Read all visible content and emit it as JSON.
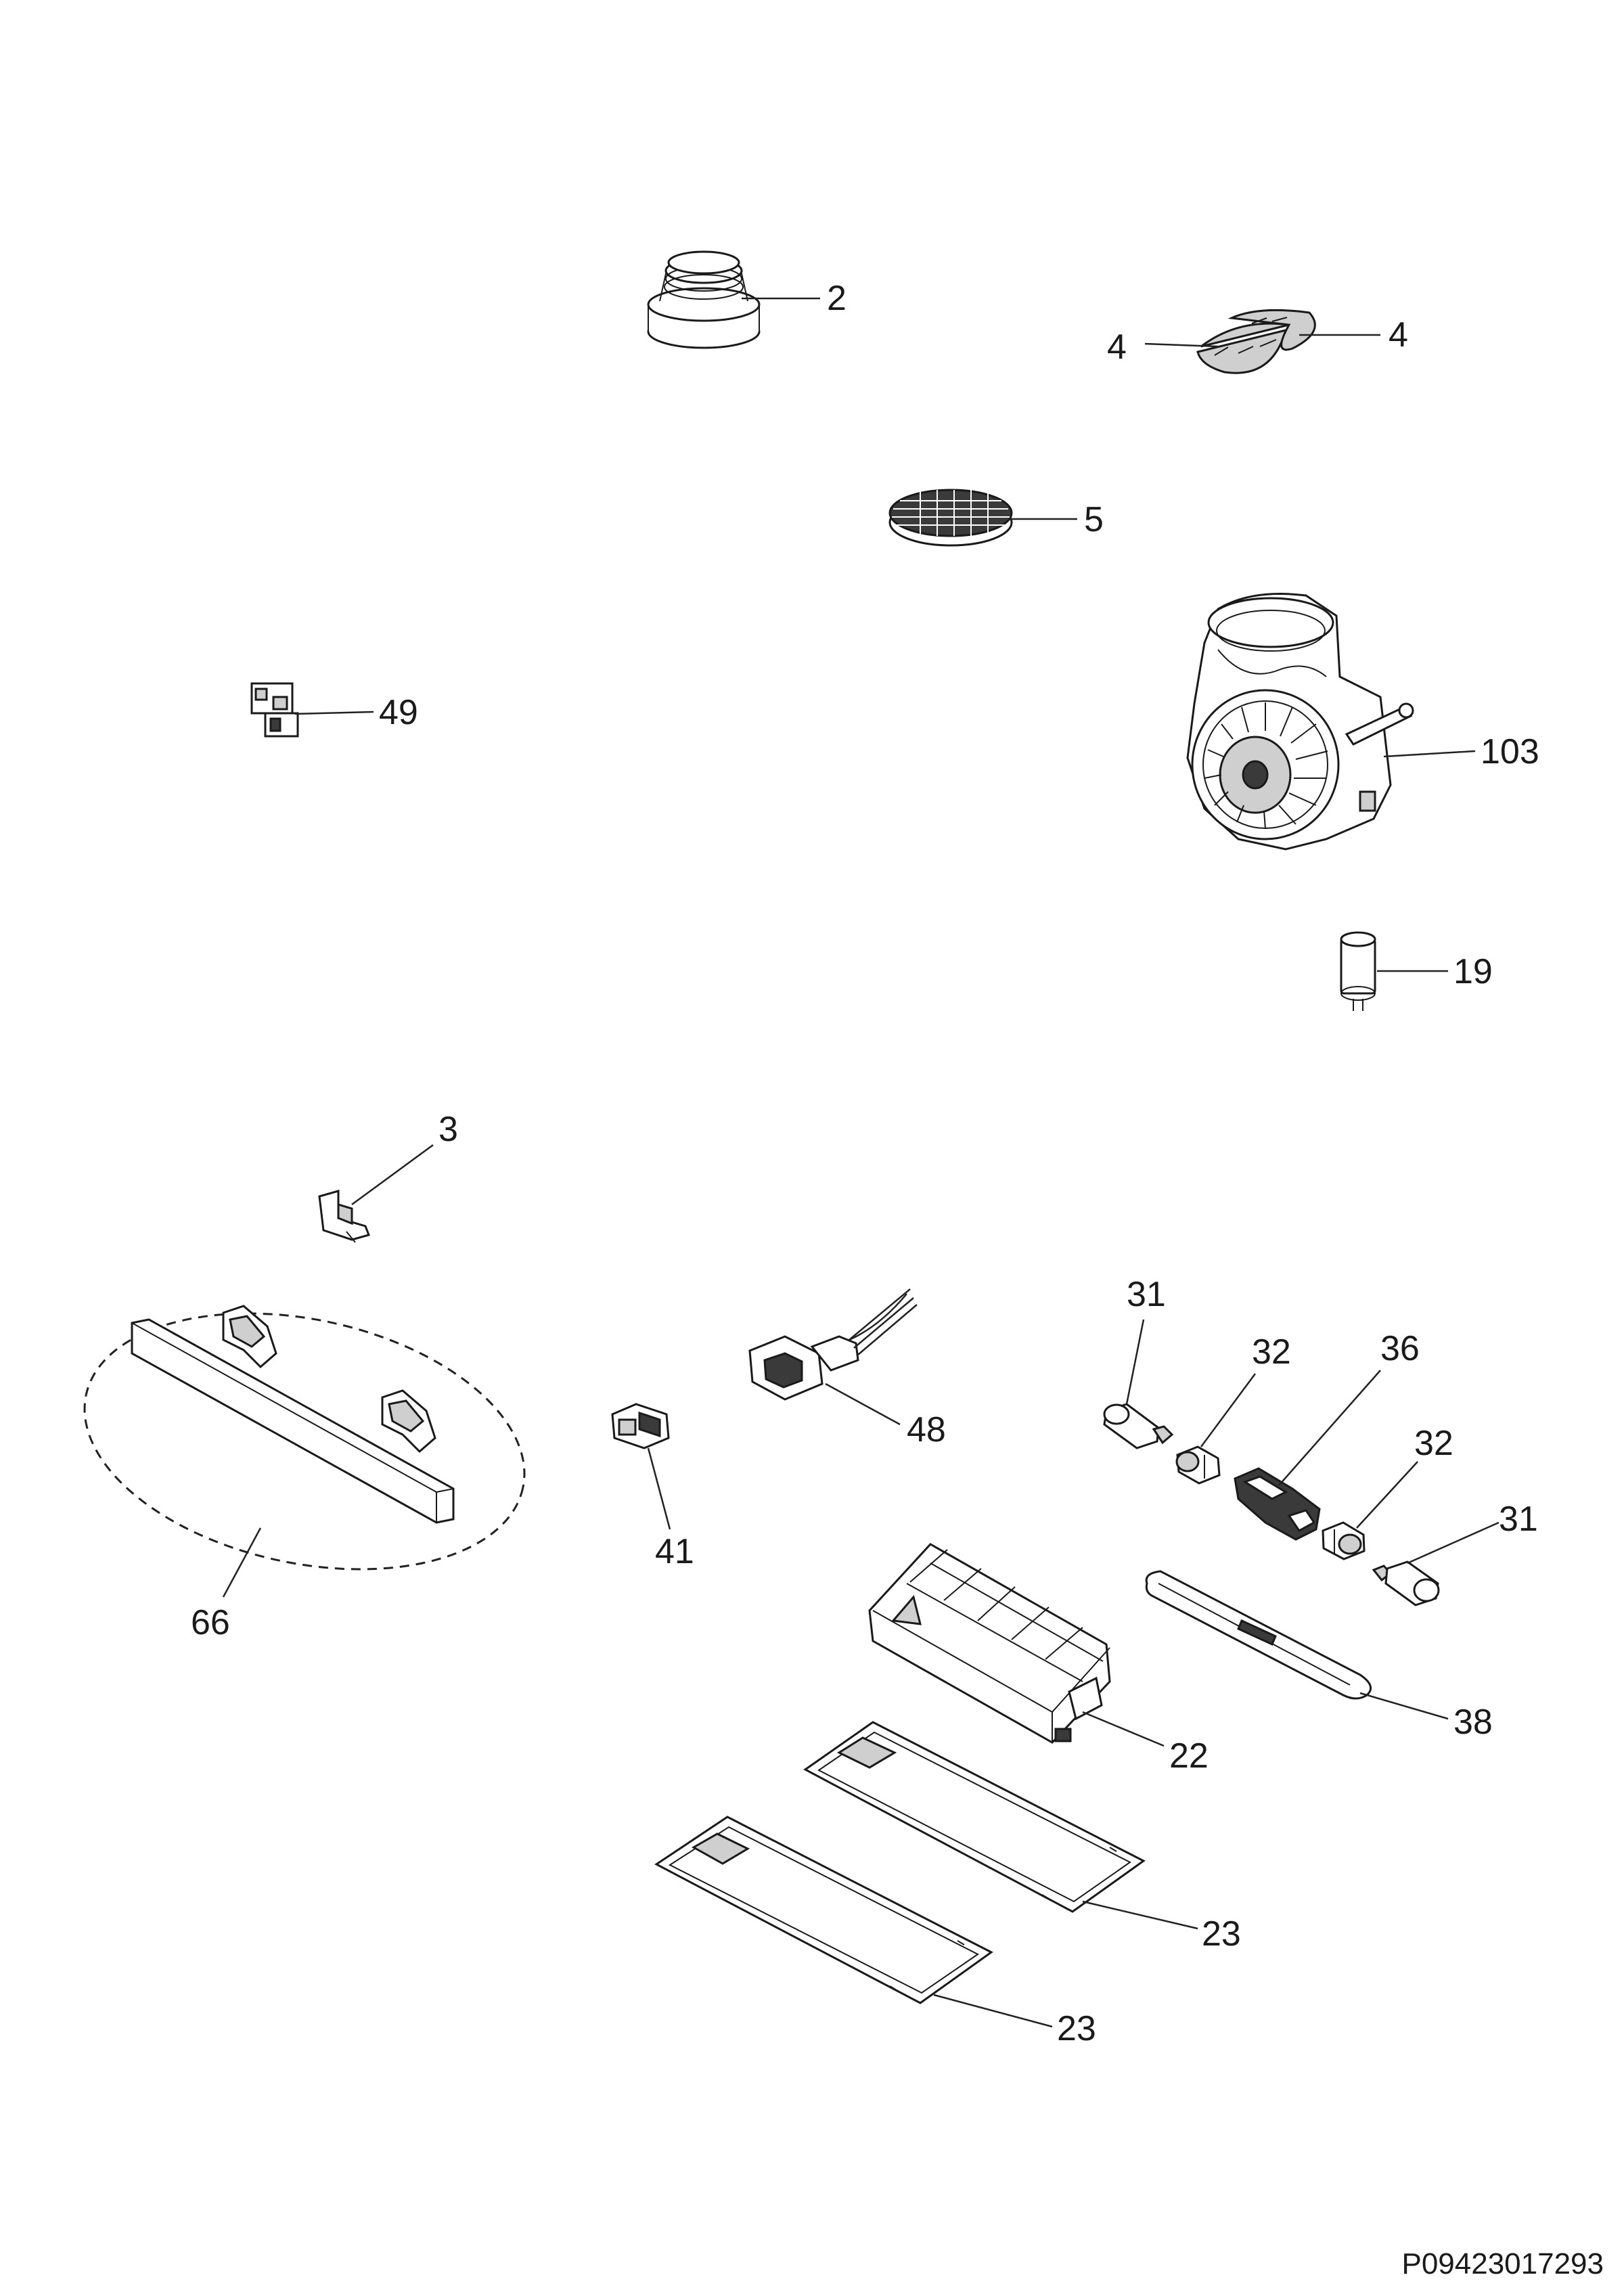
{
  "diagram": {
    "document_code": "P09423017293",
    "parts": [
      {
        "id": "p2",
        "label": "2"
      },
      {
        "id": "p4a",
        "label": "4"
      },
      {
        "id": "p4b",
        "label": "4"
      },
      {
        "id": "p5",
        "label": "5"
      },
      {
        "id": "p49",
        "label": "49"
      },
      {
        "id": "p103",
        "label": "103"
      },
      {
        "id": "p19",
        "label": "19"
      },
      {
        "id": "p3",
        "label": "3"
      },
      {
        "id": "p66",
        "label": "66"
      },
      {
        "id": "p48",
        "label": "48"
      },
      {
        "id": "p41",
        "label": "41"
      },
      {
        "id": "p31a",
        "label": "31"
      },
      {
        "id": "p32a",
        "label": "32"
      },
      {
        "id": "p36",
        "label": "36"
      },
      {
        "id": "p32b",
        "label": "32"
      },
      {
        "id": "p31b",
        "label": "31"
      },
      {
        "id": "p38",
        "label": "38"
      },
      {
        "id": "p22",
        "label": "22"
      },
      {
        "id": "p23a",
        "label": "23"
      },
      {
        "id": "p23b",
        "label": "23"
      }
    ]
  }
}
